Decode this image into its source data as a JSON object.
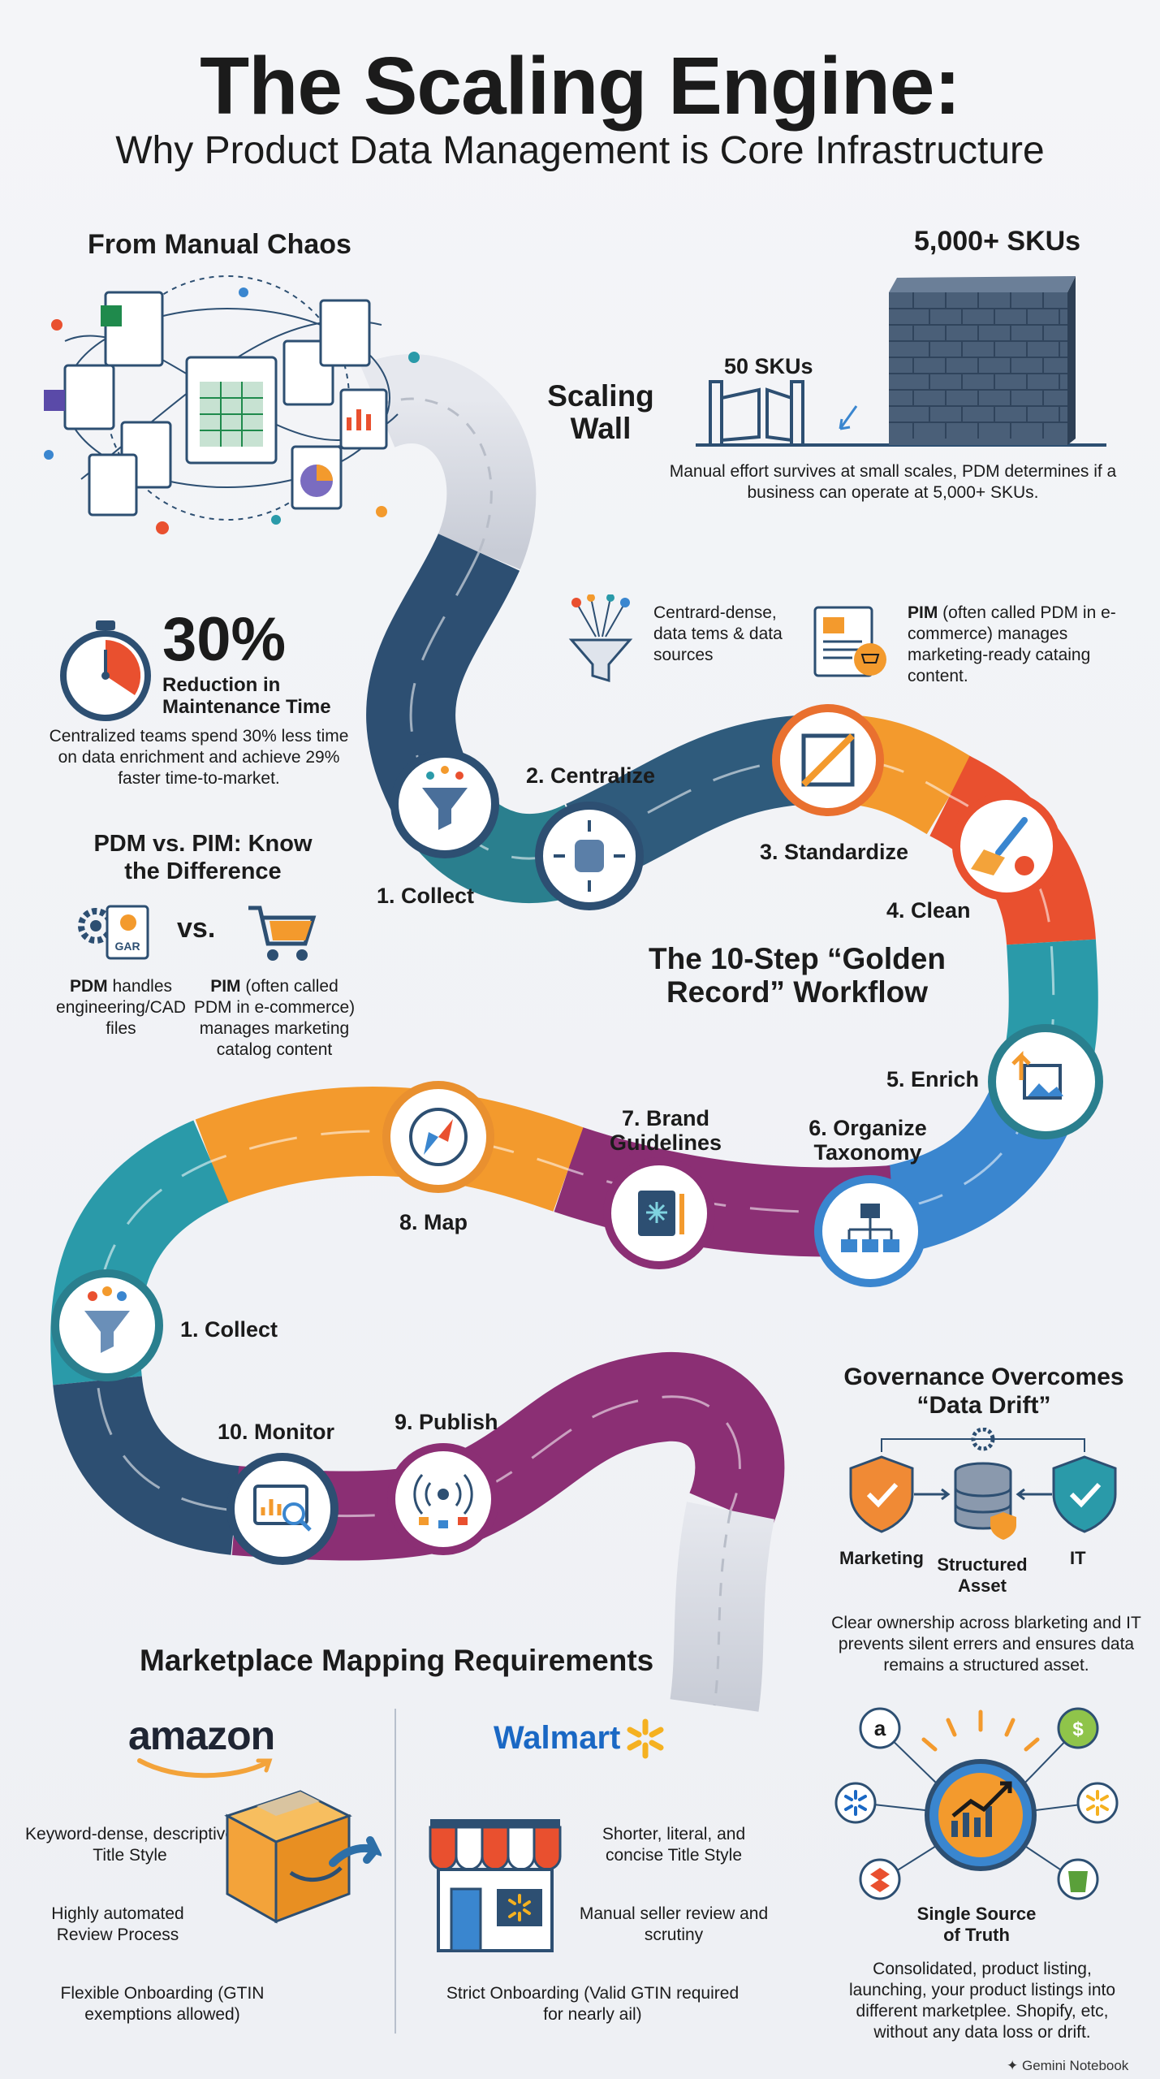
{
  "title": "The Scaling Engine:",
  "subtitle": "Why Product Data Management is Core Infrastructure",
  "chaos": {
    "heading": "From Manual Chaos"
  },
  "wall": {
    "heading": "Scaling Wall",
    "big_label": "5,000+ SKUs",
    "small_label": "50 SKUs",
    "caption": "Manual effort survives at small scales, PDM determines if a business can operate at 5,000+ SKUs."
  },
  "stat": {
    "value": "30%",
    "label": "Reduction in Maintenance Time",
    "caption": "Centralized teams spend 30% less time on data enrichment and achieve 29% faster time-to-market."
  },
  "sources": {
    "text": "Centrard-dense, data tems & data sources",
    "pim_bold": "PIM",
    "pim_text": " (often called PDM in e-commerce) manages marketing-ready cataing content."
  },
  "pdm_vs_pim": {
    "heading": "PDM vs. PIM: Know the Difference",
    "vs": "vs.",
    "icon_text": "GAR",
    "pdm_bold": "PDM",
    "pdm_text": " handles engineering/CAD files",
    "pim_bold": "PIM",
    "pim_text": " (often called PDM in e-commerce) manages marketing catalog content"
  },
  "workflow": {
    "title": "The 10-Step “Golden Record” Workflow",
    "steps": [
      "1. Collect",
      "2. Centralize",
      "3. Standardize",
      "4. Clean",
      "5. Enrich",
      "6. Organize Taxonomy",
      "7. Brand Guidelines",
      "8. Map",
      "1. Collect",
      "9. Publish",
      "10. Monitor"
    ]
  },
  "governance": {
    "heading": "Governance Overcomes “Data Drift”",
    "marketing": "Marketing",
    "asset": "Structured Asset",
    "it": "IT",
    "caption": "Clear ownership across blarketing and IT prevents silent errers and ensures data remains a structured asset."
  },
  "marketplace": {
    "heading": "Marketplace Mapping Requirements",
    "amazon": {
      "logo": "amazon",
      "title_style": "Keyword-dense, descriptive Title Style",
      "review": "Highly automated Review Process",
      "onboarding": "Flexible Onboarding (GTIN exemptions allowed)"
    },
    "walmart": {
      "logo": "Walmart",
      "title_style": "Shorter, literal, and concise Title Style",
      "review": "Manual seller review and scrutiny",
      "onboarding": "Strict Onboarding (Valid GTIN required for nearly ail)"
    }
  },
  "sst": {
    "title": "Single Source of Truth",
    "caption": "Consolidated, product listing, launching, your product listings into different marketplee. Shopify, etc, without any data loss or drift."
  },
  "footer": "Gemini Notebook",
  "colors": {
    "navy": "#2d4f72",
    "teal": "#2a9aa9",
    "orange": "#f39a2d",
    "red": "#e9502f",
    "blue": "#3a86cf",
    "purple": "#8b2f74",
    "amazon_orange": "#f3a33a",
    "walmart_blue": "#1a68c4",
    "walmart_yellow": "#f5b120"
  }
}
